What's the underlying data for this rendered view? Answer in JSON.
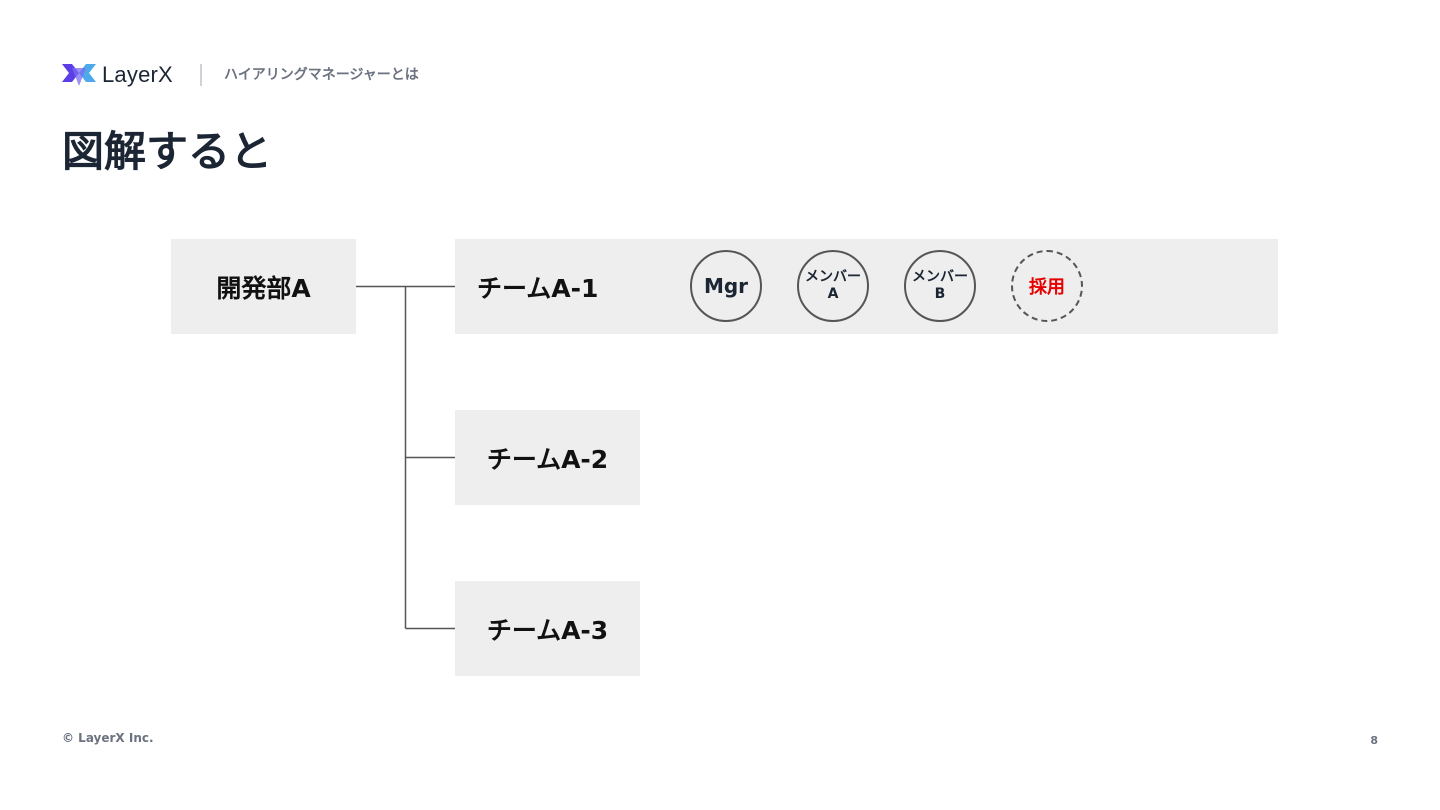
{
  "header": {
    "logo_text": "LayerX",
    "section_title": "ハイアリングマネージャーとは"
  },
  "page": {
    "title": "図解すると",
    "number": "8"
  },
  "diagram": {
    "department": "開発部A",
    "teams": [
      {
        "label": "チームA-1"
      },
      {
        "label": "チームA-2"
      },
      {
        "label": "チームA-3"
      }
    ],
    "team1_members": [
      {
        "line1": "Mgr",
        "line2": ""
      },
      {
        "line1": "メンバー",
        "line2": "A"
      },
      {
        "line1": "メンバー",
        "line2": "B"
      },
      {
        "line1": "採用",
        "line2": ""
      }
    ],
    "hire_color": "#e60000",
    "box_color": "#eeeeee"
  },
  "footer": {
    "copyright": "© LayerX Inc."
  }
}
